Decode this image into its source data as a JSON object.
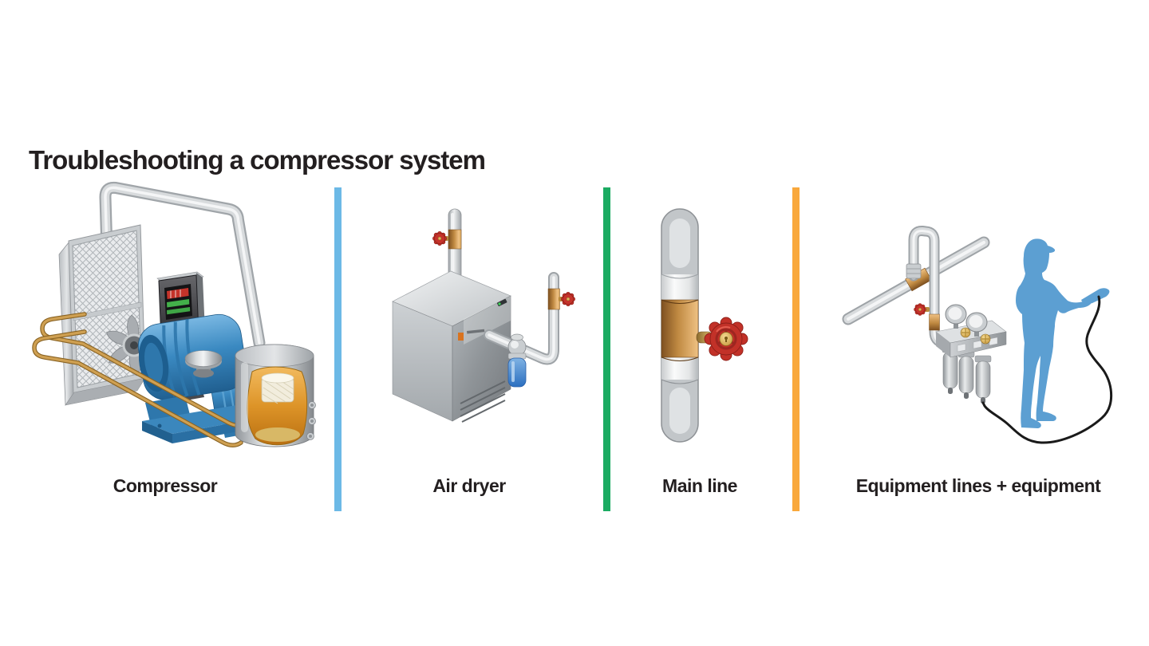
{
  "page": {
    "title": "Troubleshooting a compressor system",
    "background_color": "#FFFFFF",
    "text_color": "#231F20"
  },
  "sections": [
    {
      "id": "compressor",
      "label": "Compressor",
      "icon": "compressor-unit-icon"
    },
    {
      "id": "air-dryer",
      "label": "Air dryer",
      "icon": "air-dryer-icon"
    },
    {
      "id": "main-line",
      "label": "Main line",
      "icon": "main-line-valve-icon"
    },
    {
      "id": "equipment",
      "label": "Equipment lines + equipment",
      "icon": "equipment-technician-icon"
    }
  ],
  "dividers": [
    {
      "id": "divider-1",
      "color": "#6CB9E6"
    },
    {
      "id": "divider-2",
      "color": "#1BAB62"
    },
    {
      "id": "divider-3",
      "color": "#F9A83C"
    }
  ],
  "palette": {
    "pipe_silver": "#D8DBDD",
    "copper": "#C08A42",
    "valve_red": "#C5332B",
    "brass_gold": "#D9A84E",
    "motor_blue": "#3A89C1",
    "tank_amber": "#DD9428",
    "person_blue": "#5C9FD2",
    "cable_black": "#1A1A1A"
  }
}
